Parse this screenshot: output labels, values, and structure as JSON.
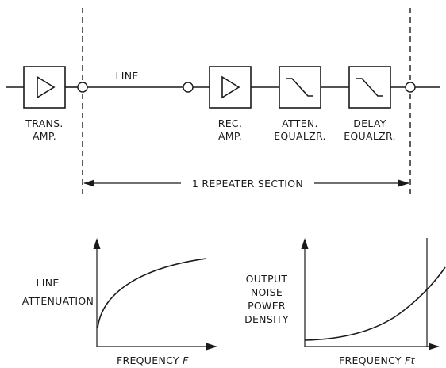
{
  "block_diagram": {
    "line_label": "LINE",
    "trans_amp": [
      "TRANS.",
      "AMP."
    ],
    "rec_amp": [
      "REC.",
      "AMP."
    ],
    "atten_equalizer": [
      "ATTEN.",
      "EQUALZR."
    ],
    "delay_equalizer": [
      "DELAY",
      "EQUALZR."
    ],
    "section_label": "1 REPEATER SECTION"
  },
  "graph_left": {
    "ylabel": [
      "LINE",
      "ATTENUATION"
    ],
    "xlabel": "FREQUENCY",
    "xlabel_var": "F"
  },
  "graph_right": {
    "ylabel": [
      "OUTPUT",
      "NOISE",
      "POWER",
      "DENSITY"
    ],
    "xlabel": "FREQUENCY",
    "xlabel_var": "Ft"
  }
}
